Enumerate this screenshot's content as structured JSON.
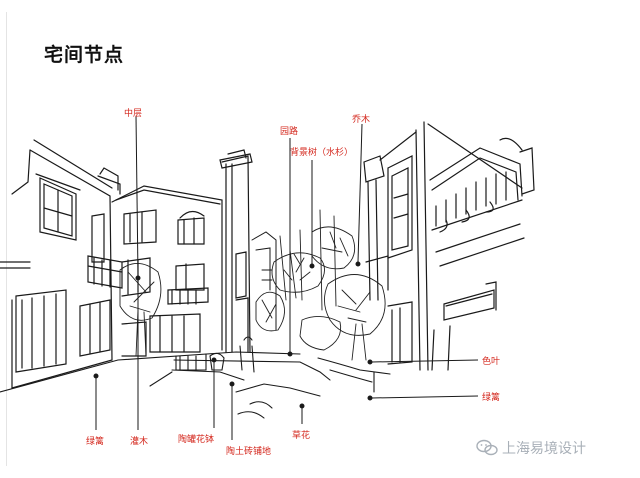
{
  "title": "宅间节点",
  "labels": {
    "zhongceng": "中层",
    "qiaomu": "乔木",
    "yuanlu": "园路",
    "beijingshu": "背景树（水杉）",
    "seye": "色叶",
    "lvli": "绿篱",
    "lvli2": "绿篱",
    "guanmu": "灌木",
    "taoguanhuabo": "陶罐花钵",
    "taotuzhuanpudi": "陶土砖铺地",
    "caohua": "草花"
  },
  "watermark": {
    "text": "上海易境设计"
  },
  "colors": {
    "label": "#d4281e",
    "ink": "#1a1a1a",
    "watermark": "#a9b0b8"
  }
}
